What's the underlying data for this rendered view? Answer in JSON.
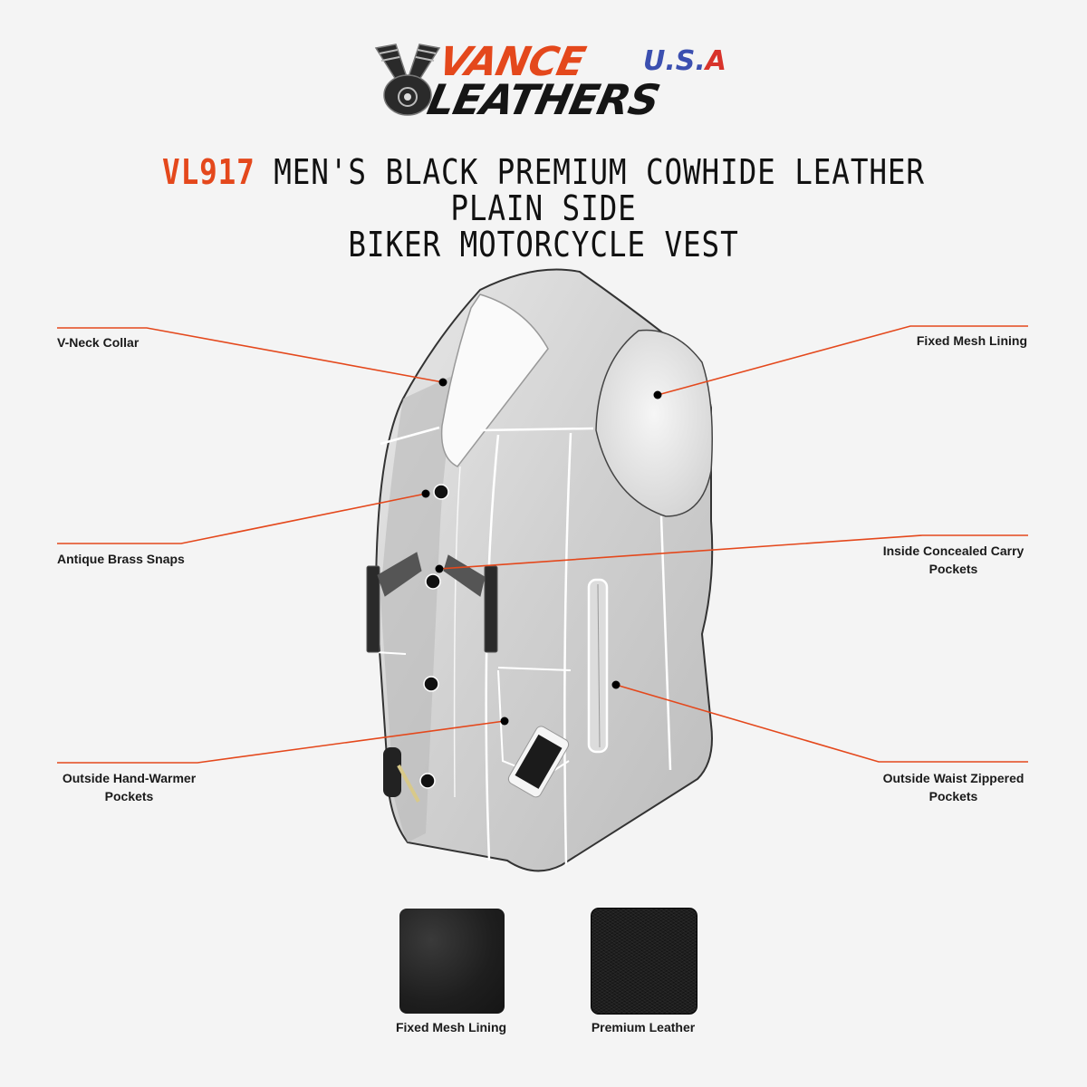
{
  "logo": {
    "line1": "VANCE",
    "usa_blue": "U.S.",
    "usa_red": "A",
    "line2": "LEATHERS",
    "icon": "v-twin-engine-icon"
  },
  "title": {
    "code": "VL917",
    "text": " MEN'S BLACK PREMIUM COWHIDE LEATHER PLAIN SIDE",
    "line2": "BIKER MOTORCYCLE VEST"
  },
  "callouts": {
    "vneck": "V-Neck Collar",
    "snaps": "Antique Brass Snaps",
    "handwarmer_1": "Outside Hand-Warmer",
    "handwarmer_2": "Pockets",
    "mesh": "Fixed Mesh Lining",
    "carry_1": "Inside Concealed Carry",
    "carry_2": "Pockets",
    "waist_1": "Outside Waist Zippered",
    "waist_2": "Pockets"
  },
  "swatches": [
    {
      "label": "Fixed Mesh Lining"
    },
    {
      "label": "Premium Leather"
    }
  ],
  "colors": {
    "accent": "#e4481c",
    "background": "#f4f4f4",
    "text": "#1a1a1a"
  }
}
